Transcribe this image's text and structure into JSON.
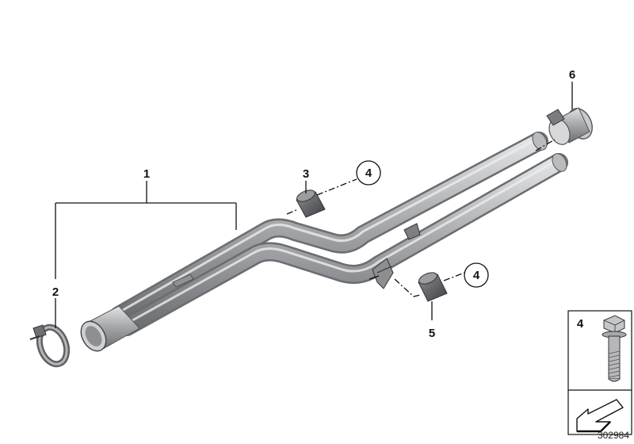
{
  "callouts": {
    "c1": "1",
    "c2": "2",
    "c3": "3",
    "c4a": "4",
    "c4b": "4",
    "c5": "5",
    "c6": "6",
    "legend_num": "4"
  },
  "reference_number": "302984",
  "colors": {
    "pipe_dark": "#6f7174",
    "pipe_mid": "#a8aaad",
    "pipe_light": "#d9dadc",
    "rubber": "#5a5c5f",
    "line": "#111111"
  }
}
